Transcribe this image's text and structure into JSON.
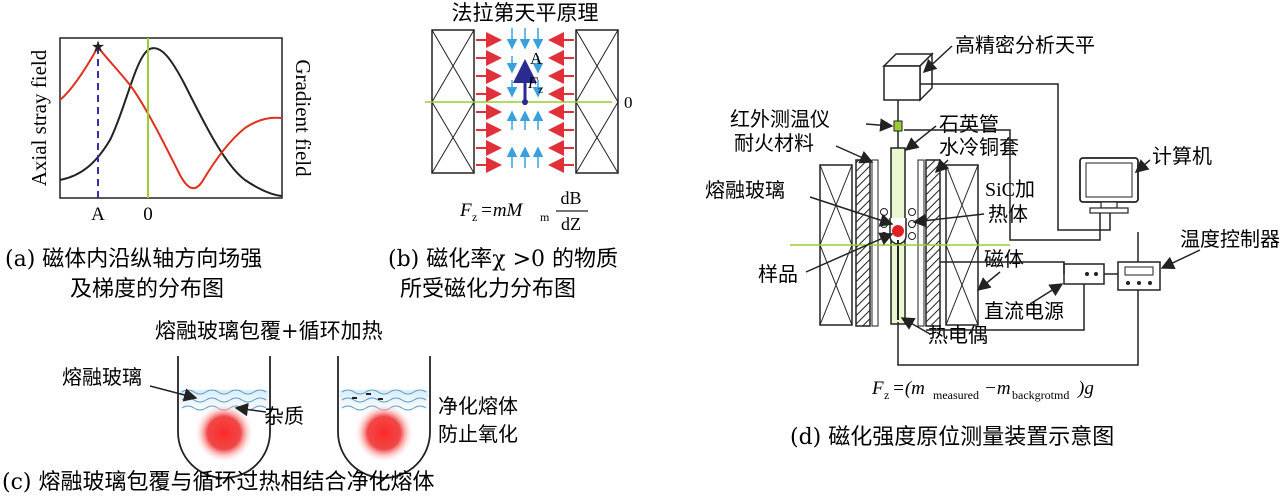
{
  "panel_a": {
    "ylabel_left": "Axial stray field",
    "ylabel_right": "Gradient field",
    "tick_a": "A",
    "tick_zero": "0",
    "caption_line1": "(a) 磁体内沿纵轴方向场强",
    "caption_line2": "及梯度的分布图"
  },
  "panel_b": {
    "title": "法拉第天平原理",
    "label_a": "A",
    "label_fz": "F",
    "label_fz_sub": "z",
    "zero_label": "0",
    "formula_lhs": "F",
    "formula_lhs_sub": "z",
    "formula_mid": "=mM",
    "formula_mid_sub": "m",
    "formula_num": "dB",
    "formula_den": "dZ",
    "caption_line1": "(b) 磁化率χ >0 的物质",
    "caption_line2": "所受磁化力分布图"
  },
  "panel_c": {
    "title": "熔融玻璃包覆+循环加热",
    "label_glass": "熔融玻璃",
    "label_impurity": "杂质",
    "label_purify": "净化熔体",
    "label_antioxid": "防止氧化",
    "caption": "(c) 熔融玻璃包覆与循环过热相结合净化熔体"
  },
  "panel_d": {
    "label_balance": "高精密分析天平",
    "label_ir": "红外测温仪",
    "label_quartz": "石英管",
    "label_refractory": "耐火材料",
    "label_watercu": "水冷铜套",
    "label_computer": "计算机",
    "label_molten": "熔融玻璃",
    "label_sic_1": "SiC加",
    "label_sic_2": "热体",
    "label_temp_ctrl": "温度控制器",
    "label_magnet": "磁体",
    "label_sample": "样品",
    "label_dc": "直流电源",
    "label_thermo": "热电偶",
    "formula_lhs": "F",
    "formula_lhs_sub": "z",
    "formula_open": "=(m",
    "formula_sub1": "measured",
    "formula_minus": "−m",
    "formula_sub2": "backgrotmd",
    "formula_close": ")g",
    "caption": "(d) 磁化强度原位测量装置示意图"
  },
  "colors": {
    "red_curve": "#e0301e",
    "black_curve": "#222222",
    "green_line": "#9acd32",
    "dashed_line": "#3a2fa0",
    "red_arrow": "#e0303a",
    "blue_arrow": "#3aa0dd",
    "dark_blue": "#2a2a90"
  }
}
